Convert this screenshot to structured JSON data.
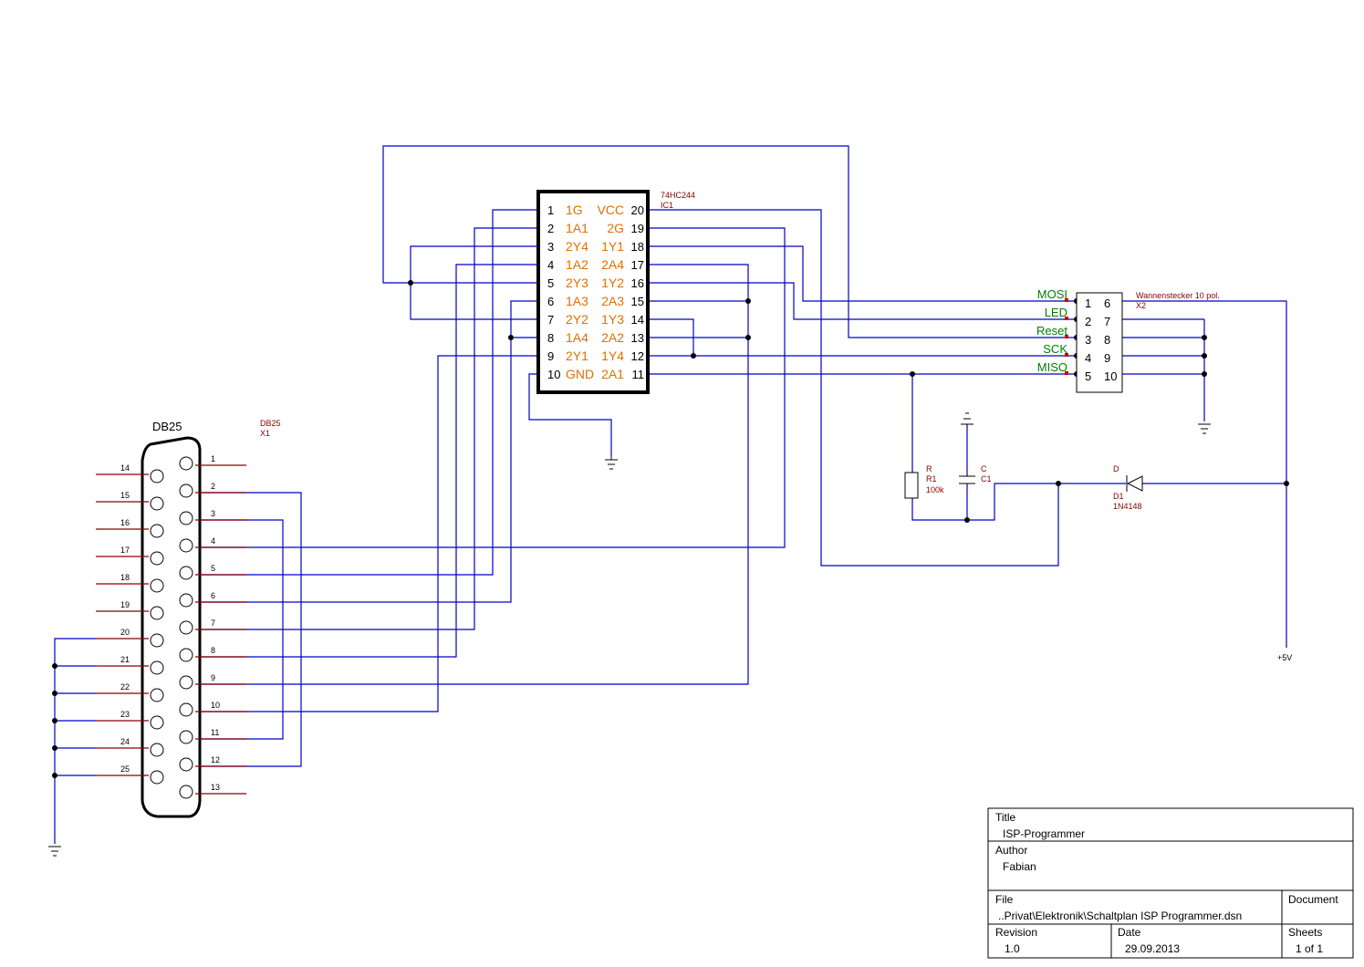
{
  "ic1": {
    "part": "74HC244",
    "ref": "IC1",
    "left_pins": [
      {
        "num": "1",
        "name": "1G"
      },
      {
        "num": "2",
        "name": "1A1"
      },
      {
        "num": "3",
        "name": "2Y4"
      },
      {
        "num": "4",
        "name": "1A2"
      },
      {
        "num": "5",
        "name": "2Y3"
      },
      {
        "num": "6",
        "name": "1A3"
      },
      {
        "num": "7",
        "name": "2Y2"
      },
      {
        "num": "8",
        "name": "1A4"
      },
      {
        "num": "9",
        "name": "2Y1"
      },
      {
        "num": "10",
        "name": "GND"
      }
    ],
    "right_pins": [
      {
        "num": "20",
        "name": "VCC"
      },
      {
        "num": "19",
        "name": "2G"
      },
      {
        "num": "18",
        "name": "1Y1"
      },
      {
        "num": "17",
        "name": "2A4"
      },
      {
        "num": "16",
        "name": "1Y2"
      },
      {
        "num": "15",
        "name": "2A3"
      },
      {
        "num": "14",
        "name": "1Y3"
      },
      {
        "num": "13",
        "name": "2A2"
      },
      {
        "num": "12",
        "name": "1Y4"
      },
      {
        "num": "11",
        "name": "2A1"
      }
    ]
  },
  "x2": {
    "part": "Wannenstecker 10 pol.",
    "ref": "X2",
    "left_nums": [
      "1",
      "2",
      "3",
      "4",
      "5"
    ],
    "right_nums": [
      "6",
      "7",
      "8",
      "9",
      "10"
    ],
    "signals": [
      "MOSI",
      "LED",
      "Reset",
      "SCK",
      "MISO"
    ]
  },
  "db25": {
    "title": "DB25",
    "part": "DB25",
    "ref": "X1",
    "top_row": [
      "1",
      "2",
      "3",
      "4",
      "5",
      "6",
      "7",
      "8",
      "9",
      "10",
      "11",
      "12",
      "13"
    ],
    "bottom_row": [
      "14",
      "15",
      "16",
      "17",
      "18",
      "19",
      "20",
      "21",
      "22",
      "23",
      "24",
      "25"
    ]
  },
  "resistor": {
    "label": "R",
    "ref": "R1",
    "value": "100k"
  },
  "capacitor": {
    "label": "C",
    "ref": "C1"
  },
  "diode": {
    "label": "D",
    "ref": "D1",
    "value": "1N4148"
  },
  "supply": "+5V",
  "title_block": {
    "title_label": "Title",
    "title": "ISP-Programmer",
    "author_label": "Author",
    "author": "Fabian",
    "file_label": "File",
    "file": "..Privat\\Elektronik\\Schaltplan ISP Programmer.dsn",
    "document_label": "Document",
    "revision_label": "Revision",
    "revision": "1.0",
    "date_label": "Date",
    "date": "29.09.2013",
    "sheets_label": "Sheets",
    "sheets": "1 of 1"
  }
}
